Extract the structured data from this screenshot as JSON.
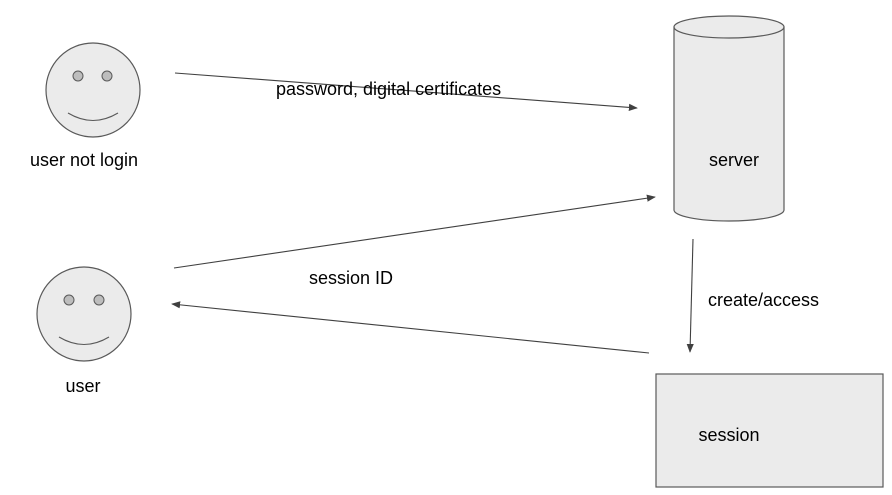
{
  "actors": {
    "user_not_login": "user not login",
    "user": "user"
  },
  "nodes": {
    "server": "server",
    "session": "session"
  },
  "edges": {
    "credentials": "password, digital certificates",
    "session_id": "session ID",
    "create_access": "create/access"
  },
  "colors": {
    "shape_fill": "#ebebeb",
    "stroke": "#595959",
    "eye_fill": "#bdbdbd",
    "text": "#000000"
  }
}
